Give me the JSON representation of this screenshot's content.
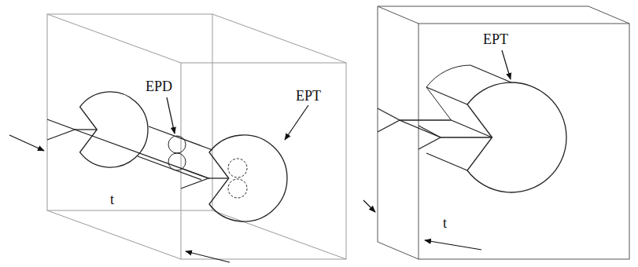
{
  "diagram": {
    "labels": [
      "EPD",
      "EPT",
      "t",
      "EPT",
      "t"
    ]
  }
}
